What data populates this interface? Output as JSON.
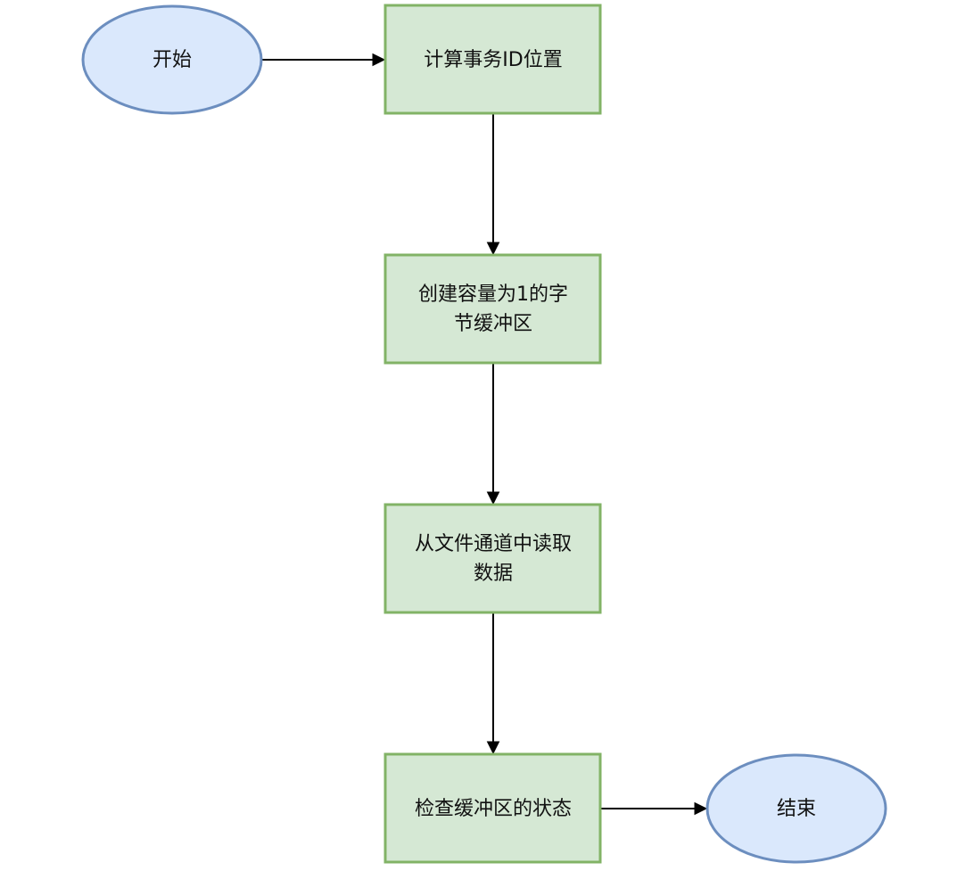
{
  "nodes": {
    "start": {
      "label": "开始",
      "shape": "ellipse"
    },
    "calc_tx_pos": {
      "label": "计算事务ID位置",
      "shape": "rect"
    },
    "create_buffer": {
      "lines": [
        "创建容量为1的字",
        "节缓冲区"
      ],
      "shape": "rect"
    },
    "read_channel": {
      "lines": [
        "从文件通道中读取",
        "数据"
      ],
      "shape": "rect"
    },
    "check_buffer": {
      "label": "检查缓冲区的状态",
      "shape": "rect"
    },
    "end": {
      "label": "结束",
      "shape": "ellipse"
    }
  },
  "edges": [
    {
      "from": "start",
      "to": "calc_tx_pos"
    },
    {
      "from": "calc_tx_pos",
      "to": "create_buffer"
    },
    {
      "from": "create_buffer",
      "to": "read_channel"
    },
    {
      "from": "read_channel",
      "to": "check_buffer"
    },
    {
      "from": "check_buffer",
      "to": "end"
    }
  ],
  "colors": {
    "process_fill": "#d5e8d4",
    "process_stroke": "#82b366",
    "terminal_fill": "#dae8fc",
    "terminal_stroke": "#6c8ebf",
    "edge": "#000000"
  }
}
